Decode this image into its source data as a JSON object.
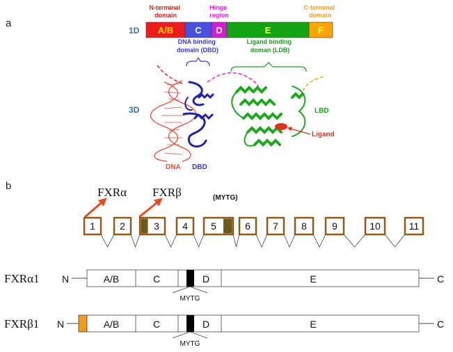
{
  "panel_a": {
    "label": "a",
    "row_1d": "1D",
    "row_3d": "3D",
    "domain_headers": {
      "n_terminal": "N-terminal domain",
      "hinge": "Hinge region",
      "c_terminal": "C-terminal domain"
    },
    "bar_segments": [
      {
        "label": "A/B",
        "fill": "#ee1c1c",
        "text_color": "#ffd700"
      },
      {
        "label": "C",
        "fill": "#4a50e0",
        "text_color": "#ffffff"
      },
      {
        "label": "D",
        "fill": "#d01ed0",
        "text_color": "#ffffff"
      },
      {
        "label": "E",
        "fill": "#12a412",
        "text_color": "#ffff40"
      },
      {
        "label": "F",
        "fill": "#ffa500",
        "text_color": "#ffff60"
      }
    ],
    "dbd_label": "DNA binding domain (DBD)",
    "lbd_label": "Ligand binding doman (LDB)",
    "structure_labels": {
      "dna": "DNA",
      "dbd": "DBD",
      "lbd": "LBD",
      "ligand": "Ligand"
    },
    "colors": {
      "n_terminal": "#e0201c",
      "hinge": "#e020e0",
      "c_terminal": "#f0a020",
      "dbd": "#3a3ad8",
      "lbd": "#1aa01a",
      "dna": "#e05040",
      "ligand": "#e03020"
    }
  },
  "panel_b": {
    "label": "b",
    "promoters": [
      "FXRα",
      "FXRβ"
    ],
    "mytg_top": "(MYTG)",
    "exons": [
      "1",
      "2",
      "3",
      "4",
      "5",
      "6",
      "7",
      "8",
      "9",
      "10",
      "11"
    ],
    "isoforms": [
      {
        "name": "FXRα1",
        "n": "N",
        "c": "C",
        "domains": [
          "A/B",
          "C",
          "D",
          "E"
        ],
        "mytg": "MYTG"
      },
      {
        "name": "FXRβ1",
        "n": "N",
        "c": "C",
        "domains": [
          "A/B",
          "C",
          "D",
          "E"
        ],
        "mytg": "MYTG"
      }
    ],
    "colors": {
      "exon_border": "#8b5a1e",
      "exon_fill_special": "#6b5a18",
      "promoter_arrow": "#e84c20",
      "beta_extension": "#f29a1e"
    }
  }
}
